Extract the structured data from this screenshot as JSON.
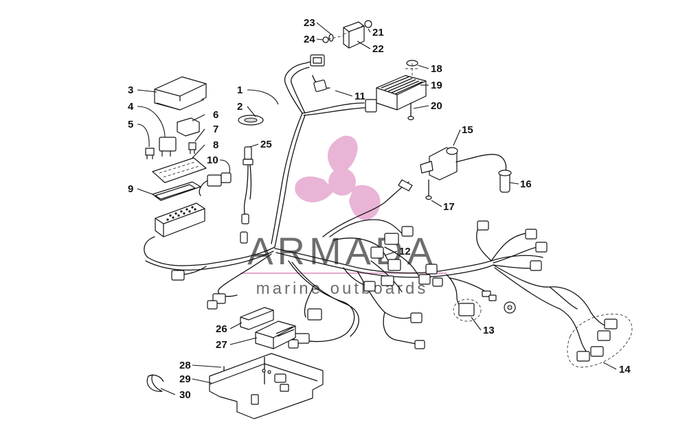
{
  "callouts": [
    "1",
    "2",
    "3",
    "4",
    "5",
    "6",
    "7",
    "8",
    "9",
    "10",
    "11",
    "12",
    "13",
    "14",
    "15",
    "16",
    "17",
    "18",
    "19",
    "20",
    "21",
    "22",
    "23",
    "24",
    "25",
    "26",
    "27",
    "28",
    "29",
    "30"
  ],
  "watermark": {
    "brand": "ARMADA",
    "tagline": "marine outboards",
    "brand_color": "#e6a8cf",
    "text_color": "#6e6e6e"
  }
}
